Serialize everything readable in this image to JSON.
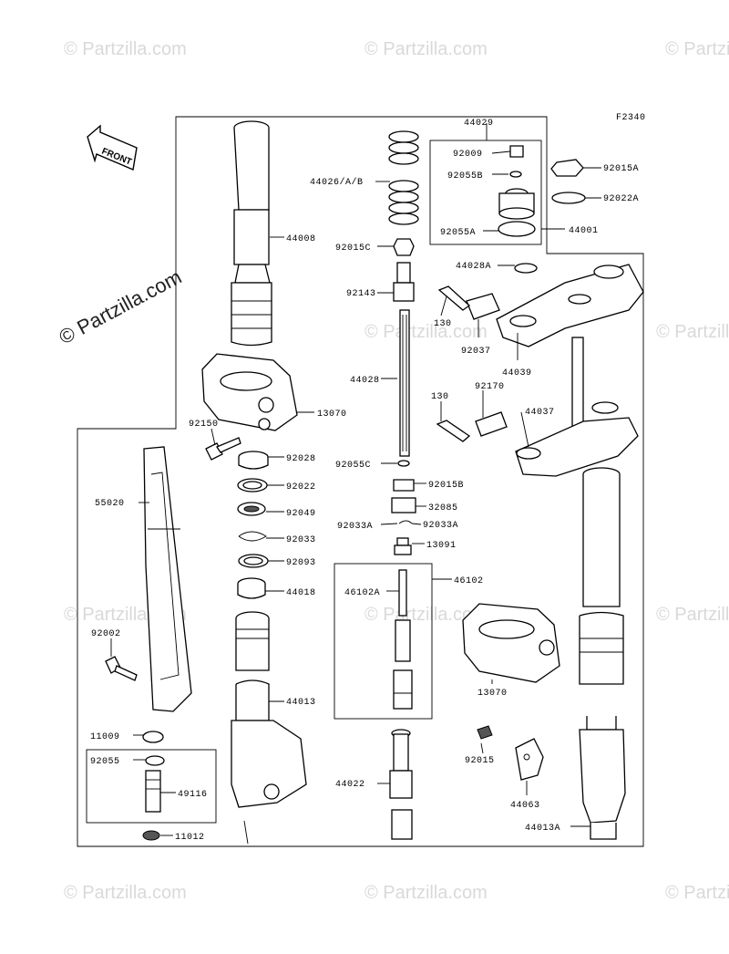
{
  "figure_code": "F2340",
  "front_label": "FRONT",
  "watermarks": {
    "text": "© Partzilla.com",
    "bold_text": "© Partzilla.com"
  },
  "parts": [
    {
      "id": "44029",
      "label": "44029"
    },
    {
      "id": "92009",
      "label": "92009"
    },
    {
      "id": "92055B",
      "label": "92055B"
    },
    {
      "id": "92055A",
      "label": "92055A"
    },
    {
      "id": "44001",
      "label": "44001"
    },
    {
      "id": "92015A",
      "label": "92015A"
    },
    {
      "id": "92022A",
      "label": "92022A"
    },
    {
      "id": "44026",
      "label": "44026/A/B"
    },
    {
      "id": "44008",
      "label": "44008"
    },
    {
      "id": "92015C",
      "label": "92015C"
    },
    {
      "id": "44028A",
      "label": "44028A"
    },
    {
      "id": "92143",
      "label": "92143"
    },
    {
      "id": "130a",
      "label": "130"
    },
    {
      "id": "92037",
      "label": "92037"
    },
    {
      "id": "44039",
      "label": "44039"
    },
    {
      "id": "44028",
      "label": "44028"
    },
    {
      "id": "13070a",
      "label": "13070"
    },
    {
      "id": "130b",
      "label": "130"
    },
    {
      "id": "92170",
      "label": "92170"
    },
    {
      "id": "44037",
      "label": "44037"
    },
    {
      "id": "92150",
      "label": "92150"
    },
    {
      "id": "92028",
      "label": "92028"
    },
    {
      "id": "92055C",
      "label": "92055C"
    },
    {
      "id": "92015B",
      "label": "92015B"
    },
    {
      "id": "92022",
      "label": "92022"
    },
    {
      "id": "55020",
      "label": "55020"
    },
    {
      "id": "92049",
      "label": "92049"
    },
    {
      "id": "32085",
      "label": "32085"
    },
    {
      "id": "92033",
      "label": "92033"
    },
    {
      "id": "92033A_l",
      "label": "92033A"
    },
    {
      "id": "92033A_r",
      "label": "92033A"
    },
    {
      "id": "13091",
      "label": "13091"
    },
    {
      "id": "92093",
      "label": "92093"
    },
    {
      "id": "46102",
      "label": "46102"
    },
    {
      "id": "46102A",
      "label": "46102A"
    },
    {
      "id": "44018",
      "label": "44018"
    },
    {
      "id": "92002",
      "label": "92002"
    },
    {
      "id": "13070b",
      "label": "13070"
    },
    {
      "id": "44013",
      "label": "44013"
    },
    {
      "id": "11009",
      "label": "11009"
    },
    {
      "id": "92055",
      "label": "92055"
    },
    {
      "id": "92015",
      "label": "92015"
    },
    {
      "id": "44022",
      "label": "44022"
    },
    {
      "id": "49116",
      "label": "49116"
    },
    {
      "id": "44063",
      "label": "44063"
    },
    {
      "id": "11012",
      "label": "11012"
    },
    {
      "id": "44013A",
      "label": "44013A"
    }
  ]
}
